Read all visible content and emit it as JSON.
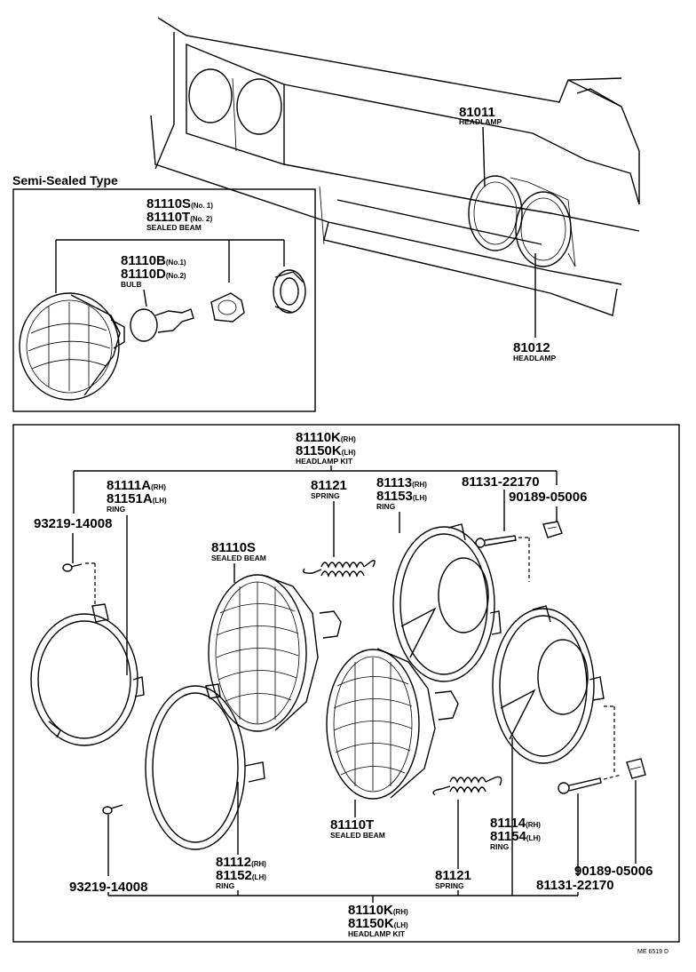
{
  "semi_sealed_title": "Semi-Sealed Type",
  "top": {
    "c81011": {
      "number": "81011",
      "name": "HEADLAMP"
    },
    "c81012": {
      "number": "81012",
      "name": "HEADLAMP"
    }
  },
  "semi": {
    "sealed_beam": {
      "l1": "81110S",
      "q1": "(No. 1)",
      "l2": "81110T",
      "q2": "(No. 2)",
      "name": "SEALED BEAM"
    },
    "bulb": {
      "l1": "81110B",
      "q1": "(No.1)",
      "l2": "81110D",
      "q2": "(No.2)",
      "name": "BULB"
    }
  },
  "kit": {
    "kit_top": {
      "l1": "81110K",
      "q1": "(RH)",
      "l2": "81150K",
      "q2": "(LH)",
      "name": "HEADLAMP KIT"
    },
    "ring_a": {
      "l1": "81111A",
      "q1": "(RH)",
      "l2": "81151A",
      "q2": "(LH)",
      "name": "RING"
    },
    "screw_top": {
      "number": "93219-14008"
    },
    "spring_top": {
      "number": "81121",
      "name": "SPRING"
    },
    "ring_113": {
      "l1": "81113",
      "q1": "(RH)",
      "l2": "81153",
      "q2": "(LH)",
      "name": "RING"
    },
    "bolt_top": {
      "number": "81131-22170"
    },
    "clip_top": {
      "number": "90189-05006"
    },
    "sealed_s": {
      "number": "81110S",
      "name": "SEALED BEAM"
    },
    "sealed_t": {
      "number": "81110T",
      "name": "SEALED BEAM"
    },
    "ring_114": {
      "l1": "81114",
      "q1": "(RH)",
      "l2": "81154",
      "q2": "(LH)",
      "name": "RING"
    },
    "ring_112": {
      "l1": "81112",
      "q1": "(RH)",
      "l2": "81152",
      "q2": "(LH)",
      "name": "RING"
    },
    "screw_bottom": {
      "number": "93219-14008"
    },
    "spring_bottom": {
      "number": "81121",
      "name": "SPRING"
    },
    "clip_bottom": {
      "number": "90189-05006"
    },
    "bolt_bottom": {
      "number": "81131-22170"
    },
    "kit_bottom": {
      "l1": "81110K",
      "q1": "(RH)",
      "l2": "81150K",
      "q2": "(LH)",
      "name": "HEADLAMP KIT"
    }
  },
  "footer_code": "ME 6519 D"
}
